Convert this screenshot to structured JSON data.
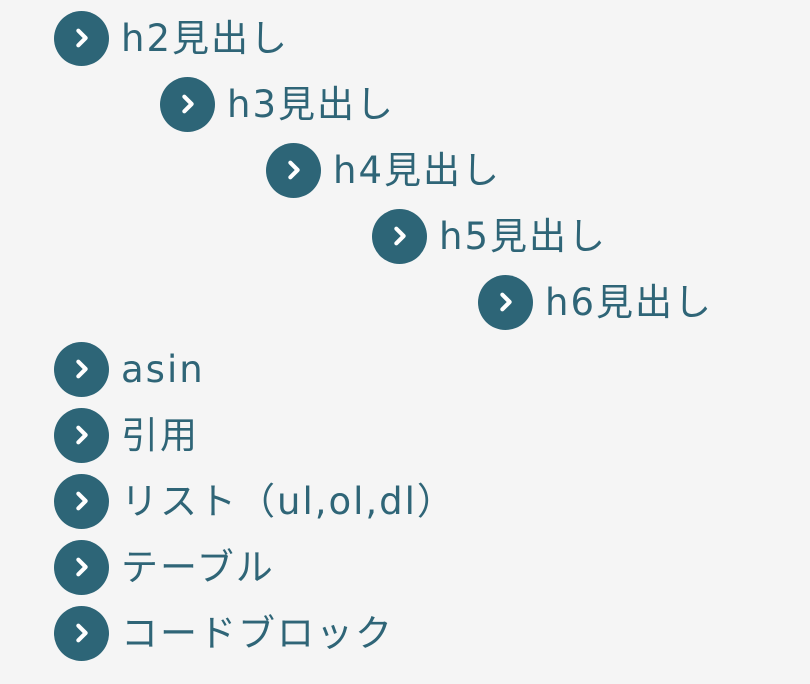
{
  "toc": {
    "accent_color": "#2d6577",
    "items": [
      {
        "label": "h2見出し",
        "level": 2,
        "icon": "chevron-right-circle-icon"
      },
      {
        "label": "h3見出し",
        "level": 3,
        "icon": "chevron-right-circle-icon"
      },
      {
        "label": "h4見出し",
        "level": 4,
        "icon": "chevron-right-circle-icon"
      },
      {
        "label": "h5見出し",
        "level": 5,
        "icon": "chevron-right-circle-icon"
      },
      {
        "label": "h6見出し",
        "level": 6,
        "icon": "chevron-right-circle-icon"
      },
      {
        "label": "asin",
        "level": 2,
        "icon": "chevron-right-circle-icon"
      },
      {
        "label": "引用",
        "level": 2,
        "icon": "chevron-right-circle-icon"
      },
      {
        "label": "リスト（ul,ol,dl）",
        "level": 2,
        "icon": "chevron-right-circle-icon"
      },
      {
        "label": "テーブル",
        "level": 2,
        "icon": "chevron-right-circle-icon"
      },
      {
        "label": "コードブロック",
        "level": 2,
        "icon": "chevron-right-circle-icon"
      }
    ]
  }
}
